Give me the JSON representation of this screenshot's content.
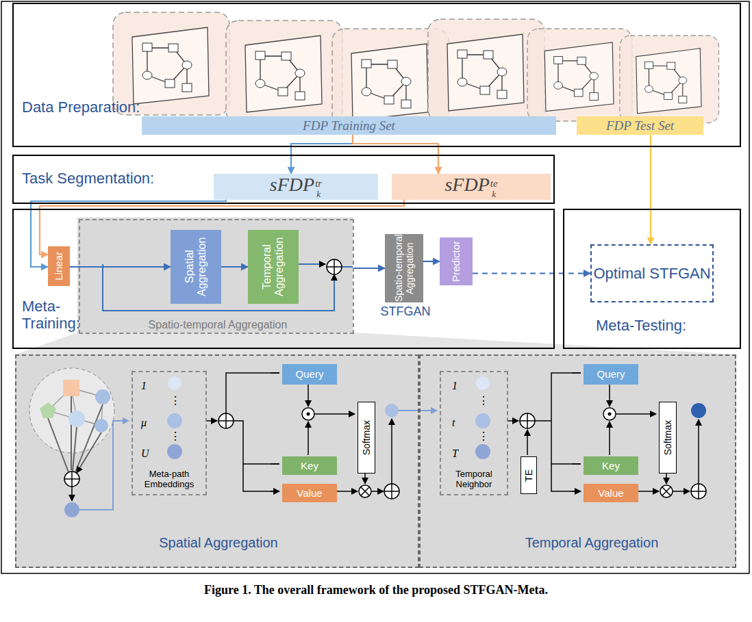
{
  "diagram": {
    "caption": "Figure 1.  The overall framework of the proposed STFGAN-Meta.",
    "nodes": [
      {
        "text": [
          "Data Preparation:"
        ]
      },
      {
        "text": [
          "FDP Training Set"
        ],
        "in": 0
      },
      {
        "text": [
          "FDP Test Set"
        ],
        "in": 0
      },
      {
        "text": [
          "Task Segmentation:"
        ]
      },
      {
        "text": [
          "sFDP",
          "k",
          "tr"
        ],
        "in": 3
      },
      {
        "text": [
          "sFDP",
          "k",
          "te"
        ],
        "in": 3
      },
      {
        "text": [
          "Meta-Training:"
        ]
      },
      {
        "text": [
          "Linear"
        ],
        "in": 6
      },
      {
        "text": [
          "Spatio-temporal Aggregation"
        ],
        "in": 6
      },
      {
        "text": [
          "Spatial Aggregation"
        ],
        "in": 8
      },
      {
        "text": [
          "Temporal Aggregation"
        ],
        "in": 8
      },
      {
        "text": [
          "Spatio-temporal Aggregation"
        ],
        "in": 6
      },
      {
        "text": [
          "Predictor"
        ],
        "in": 6
      },
      {
        "text": [
          "Meta-Testing:"
        ]
      },
      {
        "text": [
          "Optimal STFGAN"
        ],
        "in": 13
      },
      {
        "text": [
          "Spatial Aggregation"
        ]
      },
      {
        "text": [
          "1",
          "μ",
          "U",
          "Meta-path Embeddings"
        ],
        "in": 15
      },
      {
        "text": [
          "Query"
        ],
        "in": 15
      },
      {
        "text": [
          "Key"
        ],
        "in": 15
      },
      {
        "text": [
          "Value"
        ],
        "in": 15
      },
      {
        "text": [
          "Softmax"
        ],
        "in": 15
      },
      {
        "text": [
          "Temporal Aggregation"
        ]
      },
      {
        "text": [
          "1",
          "t",
          "T",
          "Temporal Neighbor"
        ],
        "in": 21
      },
      {
        "text": [
          "TE"
        ],
        "in": 21
      },
      {
        "text": [
          "Query"
        ],
        "in": 21
      },
      {
        "text": [
          "Key"
        ],
        "in": 21
      },
      {
        "text": [
          "Value"
        ],
        "in": 21
      },
      {
        "text": [
          "Softmax"
        ],
        "in": 21
      }
    ],
    "edges": [
      {
        "from": 1,
        "to": 4,
        "arrow": "to"
      },
      {
        "from": 1,
        "to": 5,
        "arrow": "to"
      },
      {
        "from": 2,
        "to": 14,
        "arrow": "to"
      },
      {
        "from": 4,
        "to": 7,
        "arrow": "to"
      },
      {
        "from": 5,
        "to": 7,
        "arrow": "to"
      },
      {
        "from": 7,
        "to": 9,
        "arrow": "to"
      },
      {
        "from": 9,
        "to": 10,
        "arrow": "to"
      },
      {
        "from": 8,
        "to": 11,
        "arrow": "to"
      },
      {
        "from": 11,
        "to": 12,
        "arrow": "to"
      },
      {
        "from": 12,
        "to": 14,
        "arrow": "to"
      }
    ],
    "labels": [
      "STFGAN",
      "⋮",
      "⋮",
      "⋮",
      "⋮"
    ]
  }
}
